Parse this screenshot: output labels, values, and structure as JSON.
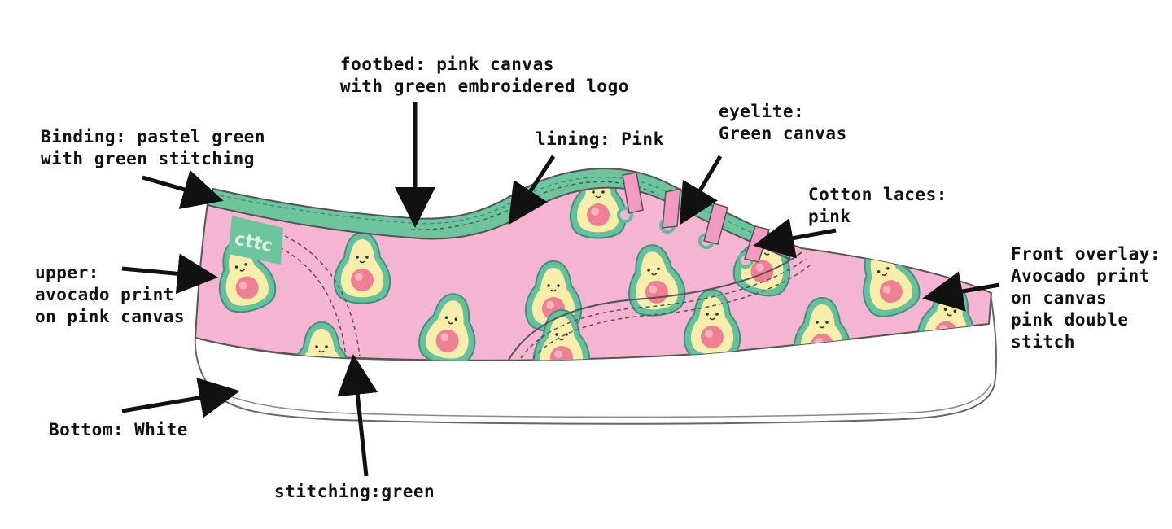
{
  "colors": {
    "upper_pink": "#f5b5d2",
    "binding_green": "#6cc59d",
    "binding_dark": "#4ea683",
    "avocado_skin": "#66c09a",
    "avocado_flesh": "#f6eeaa",
    "avocado_pit": "#ef7f93",
    "sole_white": "#ffffff",
    "outline": "#666666",
    "arrow": "#111111"
  },
  "logo": {
    "text": "cttc"
  },
  "labels": {
    "footbed": [
      "footbed: pink canvas",
      "with green embroidered logo"
    ],
    "binding": [
      "Binding: pastel green",
      "with green stitching"
    ],
    "lining": [
      "lining: Pink"
    ],
    "eyelite": [
      "eyelite:",
      "Green canvas"
    ],
    "laces": [
      "Cotton laces:",
      "pink"
    ],
    "upper": [
      "upper:",
      "avocado print",
      "on pink canvas"
    ],
    "front_overlay": [
      "Front overlay:",
      "Avocado print",
      "on canvas",
      "pink double",
      "stitch"
    ],
    "bottom": [
      "Bottom: White"
    ],
    "stitching": [
      "stitching:green"
    ]
  }
}
